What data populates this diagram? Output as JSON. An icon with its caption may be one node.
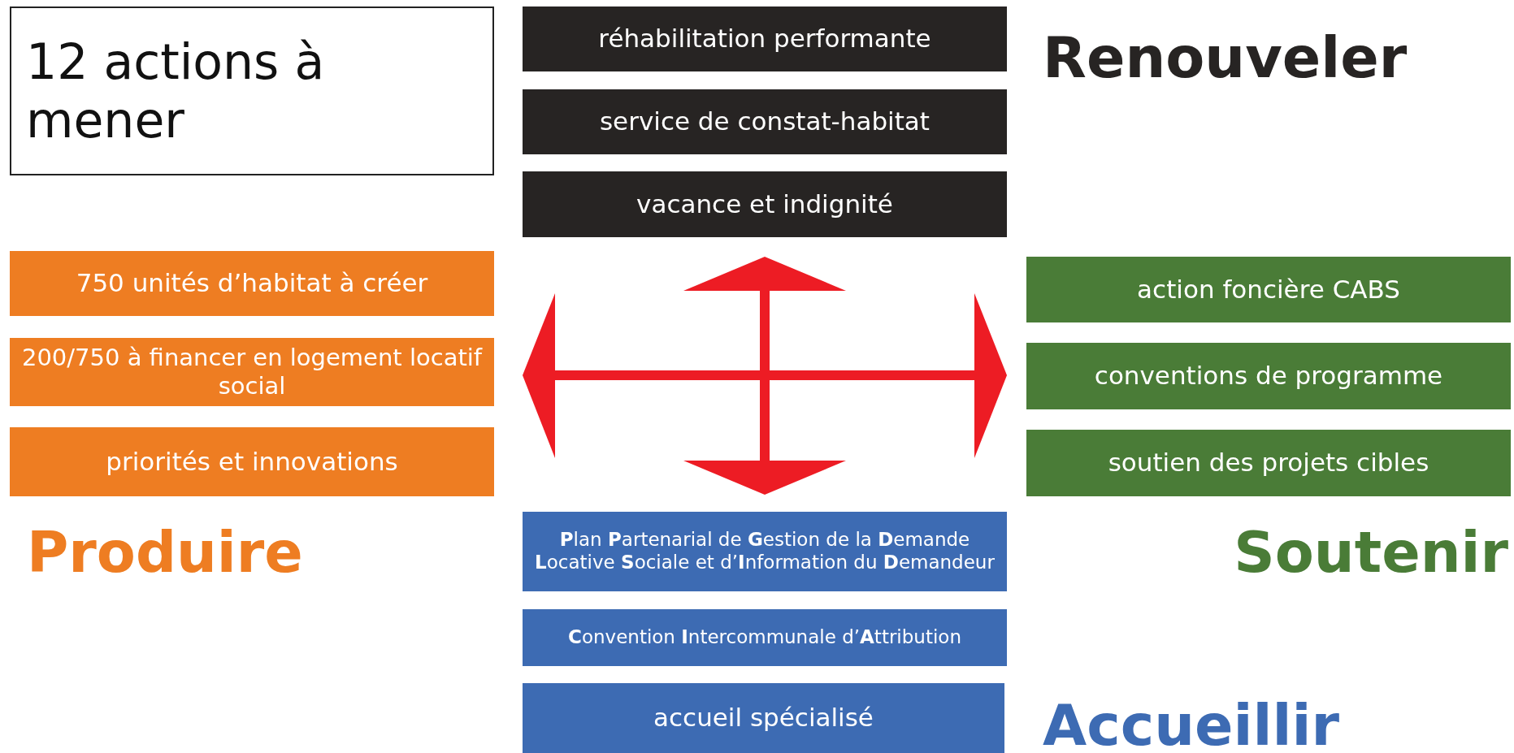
{
  "diagram": {
    "nodes": [
      {
        "text": [
          "12 actions à mener"
        ]
      },
      {
        "text": [
          "réhabilitation performante"
        ]
      },
      {
        "text": [
          "service de constat-habitat"
        ]
      },
      {
        "text": [
          "vacance et indignité"
        ]
      },
      {
        "text": [
          "750 unités d’habitat à créer"
        ]
      },
      {
        "text": [
          "action foncière CABS"
        ]
      },
      {
        "text": [
          "200/750 à financer en logement locatif social"
        ]
      },
      {
        "text": [
          "conventions de programme"
        ]
      },
      {
        "text": [
          "priorités et innovations"
        ]
      },
      {
        "text": [
          "soutien des projets cibles"
        ]
      },
      {
        "text": [
          "**P**lan **P**artenarial de **G**estion de la **D**emande **L**ocative **S**ociale et d’**I**nformation du **D**emandeur"
        ]
      },
      {
        "text": [
          "**C**onvention **I**ntercommunale d’**A**ttribution"
        ]
      },
      {
        "text": [
          "accueil spécialisé"
        ]
      }
    ],
    "labels": [
      "Renouveler",
      "Produire",
      "Soutenir",
      "Accueillir"
    ]
  }
}
